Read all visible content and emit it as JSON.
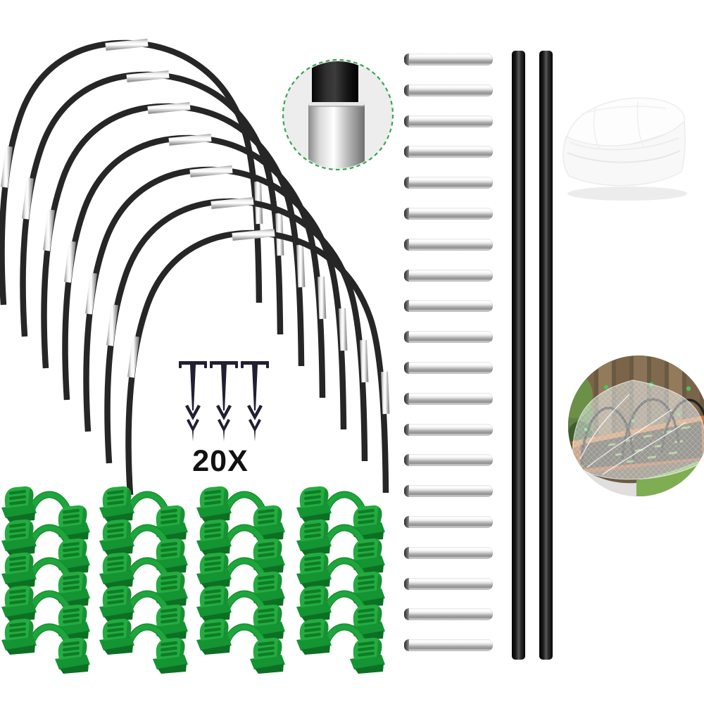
{
  "page": {
    "background": "#ffffff"
  },
  "colors": {
    "clip_green": "#23ac40",
    "clip_green_mid": "#1ea53c",
    "clip_green_dark": "#0d6f24",
    "hoop_black": "#262626",
    "sleeve_silver": "#c9c9c9",
    "rod_black": "#141414",
    "stake_navy": "#202032",
    "detail_ring_green": "#3aa554",
    "detail_bg": "#ededed",
    "bed_wood": "#a85a2c",
    "soil_brown": "#473c2e",
    "fence_brown": "#8a7356",
    "grass_green": "#7fae52",
    "text_black": "#111111"
  },
  "components": {
    "hoops": {
      "count": 7
    },
    "connector_tubes": {
      "count": 20
    },
    "rods": {
      "count": 2
    },
    "stakes": {
      "count": 3,
      "quantity_label": "20X"
    },
    "clips": {
      "rows": 5,
      "cols": 4,
      "count": 20
    },
    "netting_bundles": {
      "count": 1
    },
    "photos": {
      "count": 2
    }
  }
}
